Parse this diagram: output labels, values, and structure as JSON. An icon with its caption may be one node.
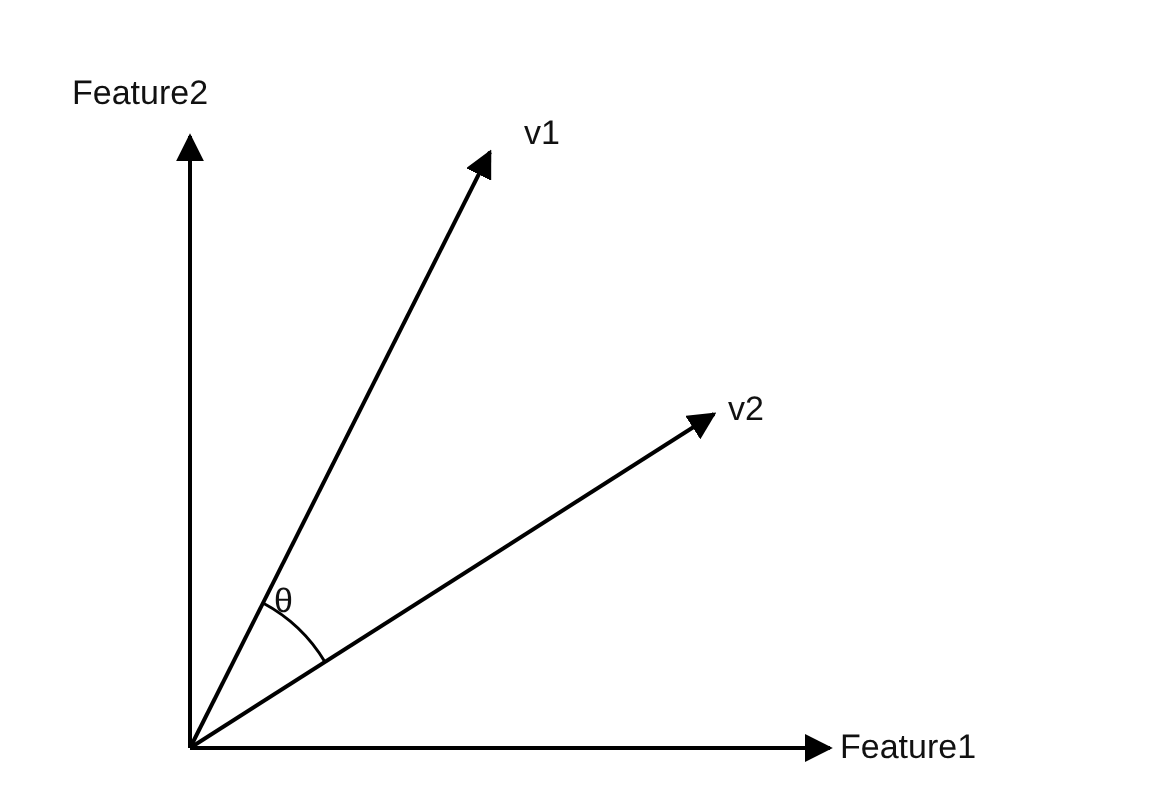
{
  "diagram": {
    "labels": [
      "Feature2",
      "v1",
      "v2",
      "θ",
      "Feature1"
    ]
  }
}
